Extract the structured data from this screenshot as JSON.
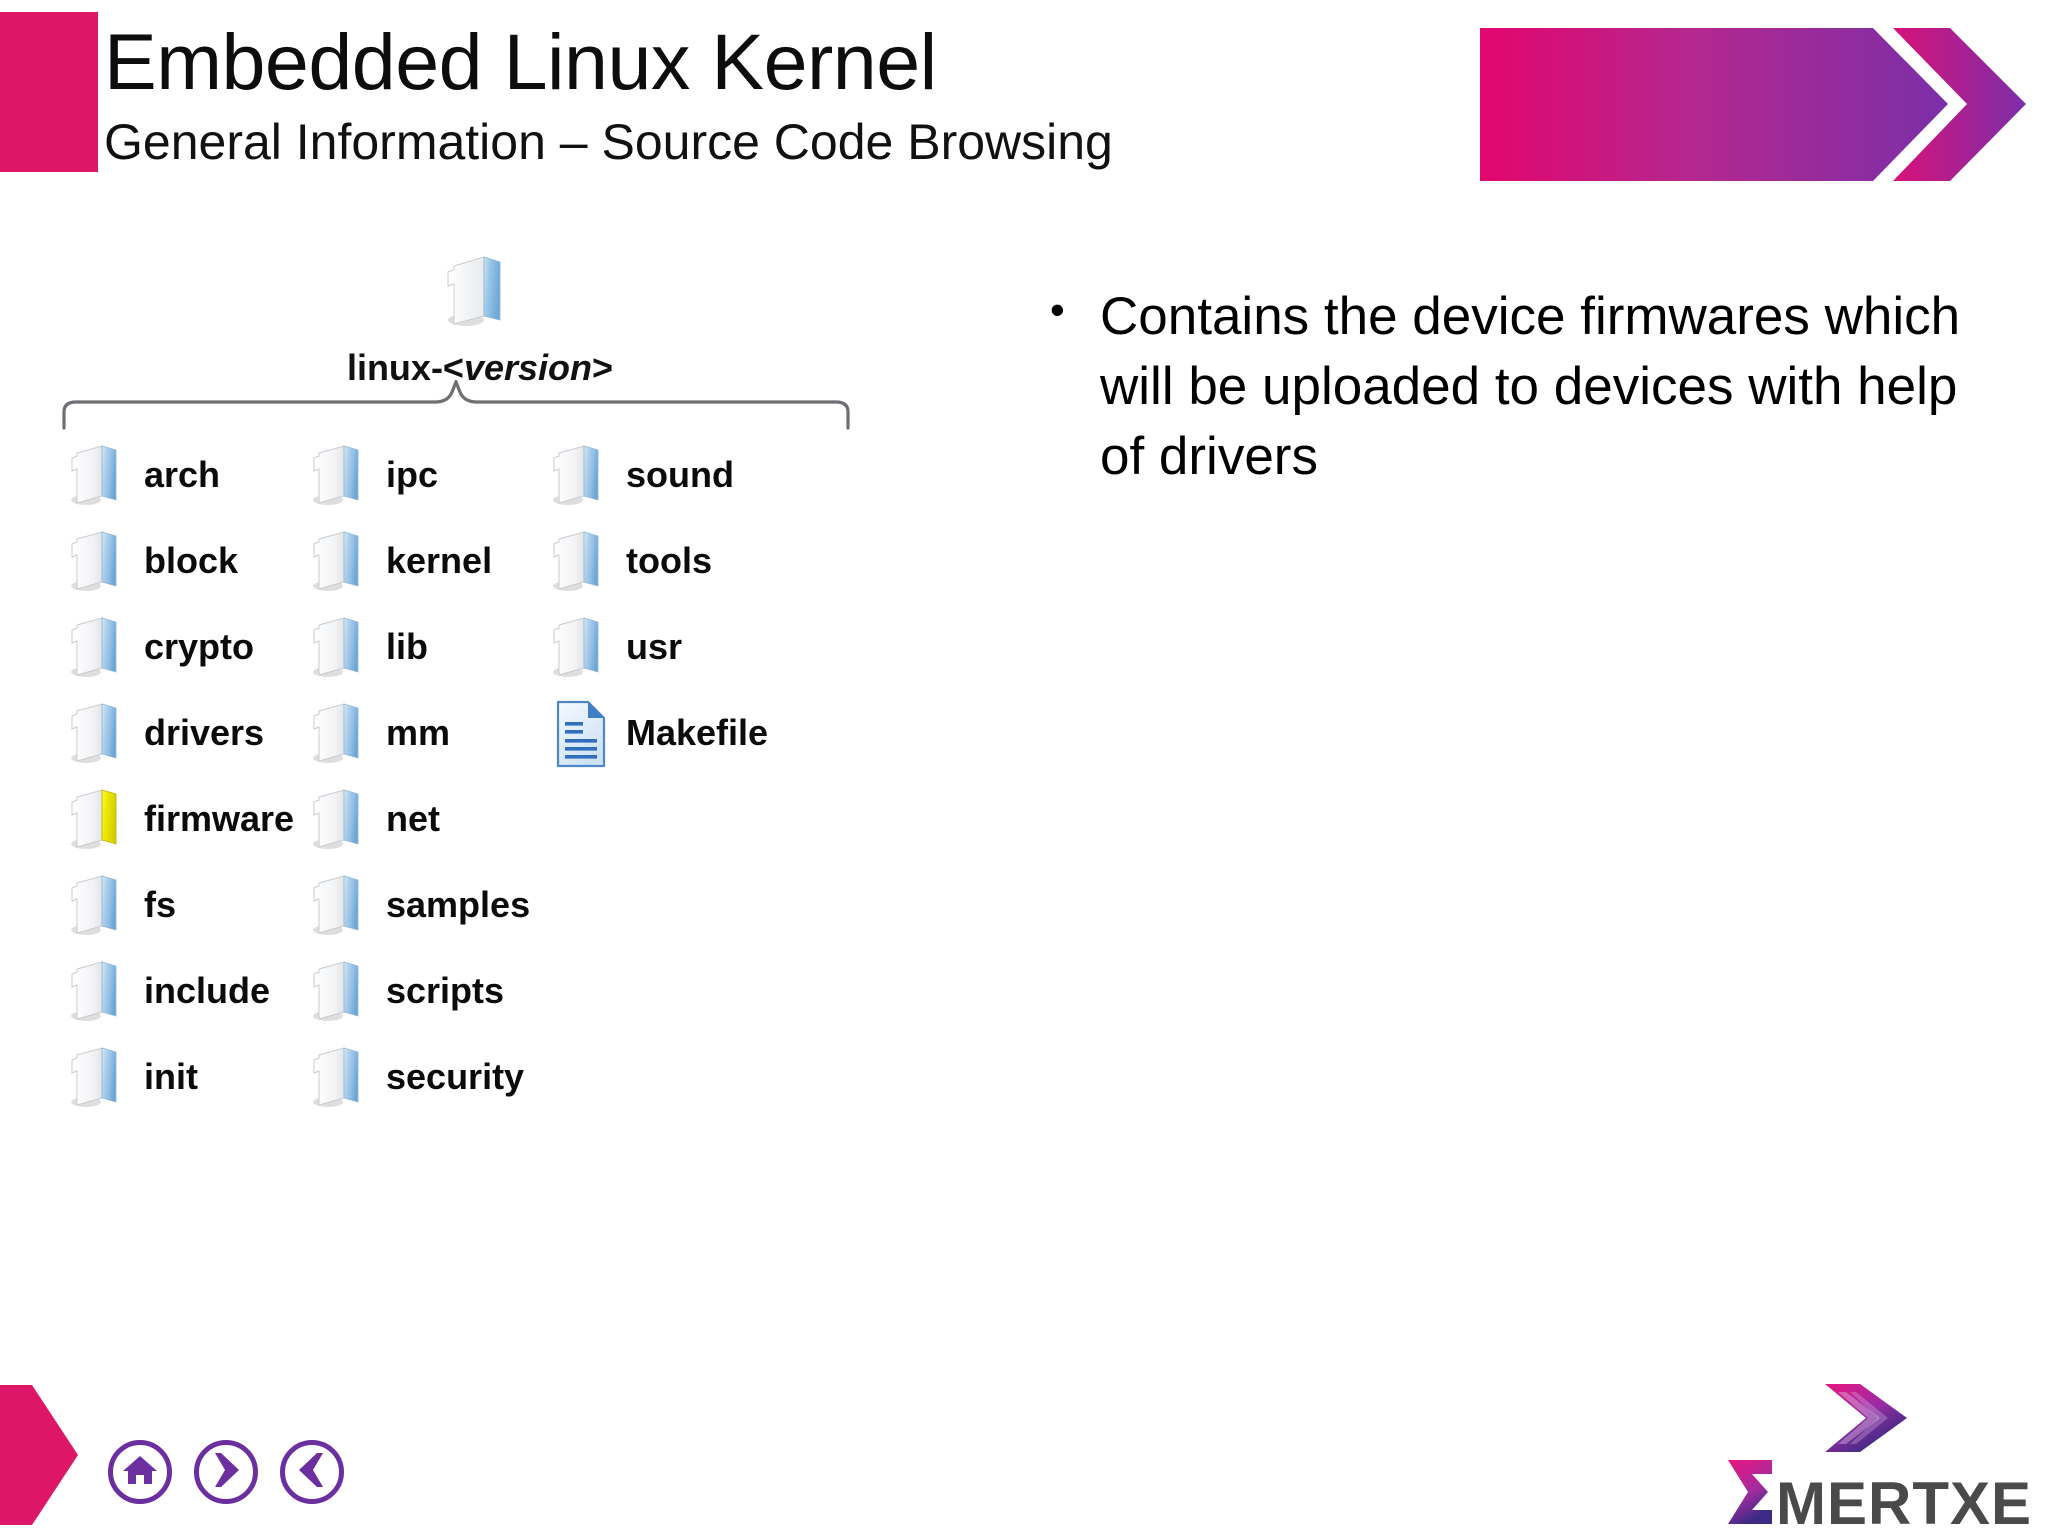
{
  "slide": {
    "title": "Embedded Linux Kernel",
    "subtitle": "General Information – Source Code Browsing",
    "accent_pink": "#DE1667",
    "accent_purple": "#6B2FA0"
  },
  "tree": {
    "root": {
      "label_plain": "linux-<version>",
      "label_prefix": "linux-<",
      "label_italic": "version",
      "label_suffix": ">",
      "icon": "folder-icon"
    },
    "columns": [
      {
        "name": "column-1",
        "items": [
          {
            "label": "arch",
            "icon": "folder-icon",
            "highlight": false
          },
          {
            "label": "block",
            "icon": "folder-icon",
            "highlight": false
          },
          {
            "label": "crypto",
            "icon": "folder-icon",
            "highlight": false
          },
          {
            "label": "drivers",
            "icon": "folder-icon",
            "highlight": false
          },
          {
            "label": "firmware",
            "icon": "folder-icon",
            "highlight": true
          },
          {
            "label": "fs",
            "icon": "folder-icon",
            "highlight": false
          },
          {
            "label": "include",
            "icon": "folder-icon",
            "highlight": false
          },
          {
            "label": "init",
            "icon": "folder-icon",
            "highlight": false
          }
        ]
      },
      {
        "name": "column-2",
        "items": [
          {
            "label": "ipc",
            "icon": "folder-icon",
            "highlight": false
          },
          {
            "label": "kernel",
            "icon": "folder-icon",
            "highlight": false
          },
          {
            "label": "lib",
            "icon": "folder-icon",
            "highlight": false
          },
          {
            "label": "mm",
            "icon": "folder-icon",
            "highlight": false
          },
          {
            "label": "net",
            "icon": "folder-icon",
            "highlight": false
          },
          {
            "label": "samples",
            "icon": "folder-icon",
            "highlight": false
          },
          {
            "label": "scripts",
            "icon": "folder-icon",
            "highlight": false
          },
          {
            "label": "security",
            "icon": "folder-icon",
            "highlight": false
          }
        ]
      },
      {
        "name": "column-3",
        "items": [
          {
            "label": "sound",
            "icon": "folder-icon",
            "highlight": false
          },
          {
            "label": "tools",
            "icon": "folder-icon",
            "highlight": false
          },
          {
            "label": "usr",
            "icon": "folder-icon",
            "highlight": false
          },
          {
            "label": "Makefile",
            "icon": "document-icon",
            "highlight": false
          }
        ]
      }
    ],
    "highlight_color": "#EDE800"
  },
  "bullets": [
    {
      "marker": "•",
      "text": "Contains the device firmwares which will be uploaded to devices with help of drivers"
    }
  ],
  "footer": {
    "nav": [
      {
        "name": "home-icon",
        "label": "Home"
      },
      {
        "name": "chevron-right-icon",
        "label": "Next"
      },
      {
        "name": "chevron-left-icon",
        "label": "Previous"
      }
    ],
    "logo": {
      "sigma": "Σ",
      "wordmark": "MERTXE",
      "full": "EMERTXE"
    }
  }
}
